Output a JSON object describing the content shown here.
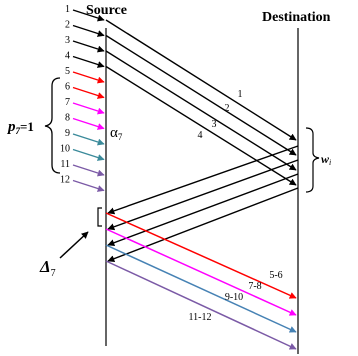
{
  "headers": {
    "source": "Source",
    "destination": "Destination"
  },
  "colors": {
    "black": "#000000",
    "red": "#ff0000",
    "magenta": "#ff00ff",
    "teal": "#3a8a9a",
    "steelblue": "#4682b4",
    "purple": "#7b5aa6"
  },
  "packets_left": [
    {
      "label": "1",
      "color": "black"
    },
    {
      "label": "2",
      "color": "black"
    },
    {
      "label": "3",
      "color": "black"
    },
    {
      "label": "4",
      "color": "black"
    },
    {
      "label": "5",
      "color": "red"
    },
    {
      "label": "6",
      "color": "red"
    },
    {
      "label": "7",
      "color": "magenta"
    },
    {
      "label": "8",
      "color": "magenta"
    },
    {
      "label": "9",
      "color": "teal"
    },
    {
      "label": "10",
      "color": "teal"
    },
    {
      "label": "11",
      "color": "purple"
    },
    {
      "label": "12",
      "color": "purple"
    }
  ],
  "transmissions": [
    {
      "label": "1",
      "color": "black"
    },
    {
      "label": "2",
      "color": "black"
    },
    {
      "label": "3",
      "color": "black"
    },
    {
      "label": "4",
      "color": "black"
    }
  ],
  "delayed_transmissions": [
    {
      "label": "5-6",
      "color": "red"
    },
    {
      "label": "7-8",
      "color": "magenta"
    },
    {
      "label": "9-10",
      "color": "steelblue"
    },
    {
      "label": "11-12",
      "color": "purple"
    }
  ],
  "acks": 4,
  "annotations": {
    "p_symbol": "p",
    "p_sub": "7",
    "p_eq": "=1",
    "alpha": "α",
    "alpha_sub": "7",
    "delta": "Δ",
    "delta_sub": "7",
    "w": "w",
    "w_sub": "i"
  }
}
